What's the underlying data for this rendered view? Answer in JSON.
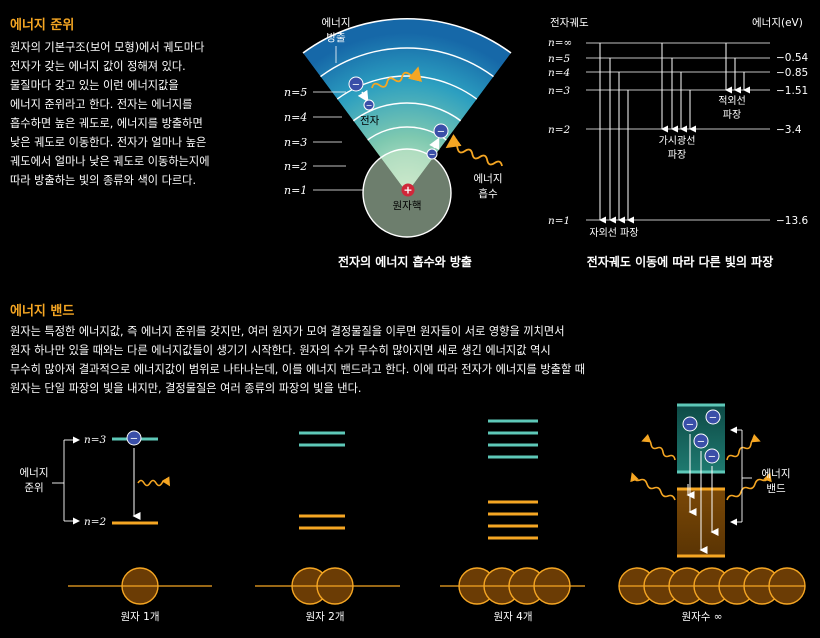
{
  "section1": {
    "title": "에너지 준위",
    "lines": [
      "원자의 기본구조(보어 모형)에서 궤도마다",
      "전자가 갖는 에너지 값이 정해져 있다.",
      "물질마다 갖고 있는 이런 에너지값을",
      "에너지 준위라고 한다. 전자는 에너지를",
      "흡수하면 높은 궤도로, 에너지를 방출하면",
      "낮은 궤도로 이동한다. 전자가 얼마나 높은",
      "궤도에서 얼마나 낮은 궤도로 이동하는지에",
      "따라 방출하는 빛의 종류와 색이 다르다."
    ]
  },
  "atom_diagram": {
    "emit_label_1": "에너지",
    "emit_label_2": "방출",
    "absorb_label_1": "에너지",
    "absorb_label_2": "흡수",
    "electron_label": "전자",
    "nucleus_label": "원자핵",
    "levels": [
      "n=5",
      "n=4",
      "n=3",
      "n=2",
      "n=1"
    ],
    "caption": "전자의 에너지 흡수와 방출"
  },
  "level_diagram": {
    "left_header": "전자궤도",
    "right_header": "에너지(eV)",
    "levels": [
      {
        "label": "n=∞",
        "energy": ""
      },
      {
        "label": "n=5",
        "energy": "−0.54"
      },
      {
        "label": "n=4",
        "energy": "−0.85"
      },
      {
        "label": "n=3",
        "energy": "−1.51"
      },
      {
        "label": "n=2",
        "energy": "−3.4"
      },
      {
        "label": "n=1",
        "energy": "−13.6"
      }
    ],
    "series_infrared_1": "적외선",
    "series_infrared_2": "파장",
    "series_visible_1": "가시광선",
    "series_visible_2": "파장",
    "series_uv": "자외선 파장",
    "caption": "전자궤도 이동에 따라 다른 빛의 파장"
  },
  "section2": {
    "title": "에너지 밴드",
    "lines": [
      "원자는 특정한 에너지값, 즉 에너지 준위를 갖지만, 여러 원자가 모여 결정물질을 이루면 원자들이 서로 영향을 끼치면서",
      "원자 하나만 있을 때와는 다른 에너지값들이 생기기 시작한다. 원자의 수가 무수히 많아지면 새로 생긴 에너지값 역시",
      "무수히 많아져 결과적으로 에너지값이 범위로 나타나는데, 이를 에너지 밴드라고 한다. 이에 따라 전자가 에너지를 방출할 때",
      "원자는 단일 파장의 빛을 내지만, 결정물질은 여러 종류의 파장의 빛을 낸다."
    ]
  },
  "bands": {
    "left_label_1": "에너지",
    "left_label_2": "준위",
    "n3": "n=3",
    "n2": "n=2",
    "right_label_1": "에너지",
    "right_label_2": "밴드",
    "atom_labels": [
      "원자 1개",
      "원자 2개",
      "원자 4개",
      "원자수 ∞"
    ]
  },
  "colors": {
    "accent": "#f5a623",
    "teal": "#5ec8b8",
    "electron": "#3a4fa8",
    "nucleus": "#d0283a"
  }
}
